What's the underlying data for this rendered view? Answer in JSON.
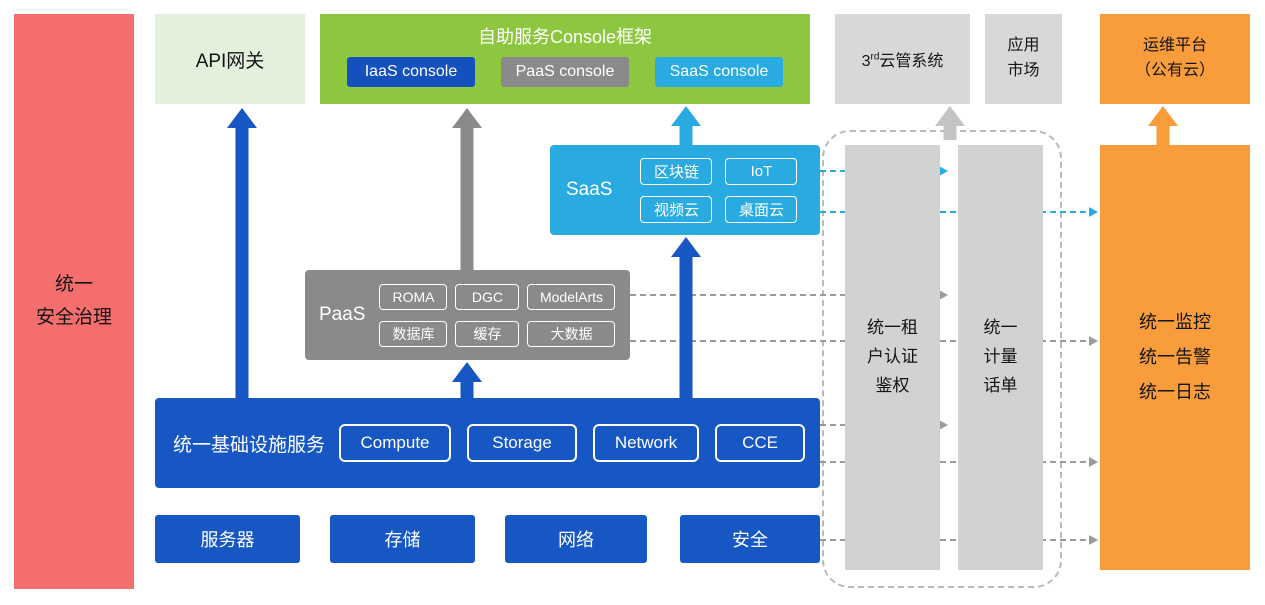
{
  "palette": {
    "red": "#F56E6E",
    "light_green": "#E3F0DC",
    "green": "#8DC63F",
    "dark_blue": "#1450BE",
    "blue": "#1657C4",
    "gray": "#8A8A8A",
    "light_gray": "#D8D8D8",
    "bar_gray": "#D2D2D2",
    "cyan": "#29ABE2",
    "orange": "#F89C3C"
  },
  "left_bar": {
    "label": "统一\n安全治理"
  },
  "api_gateway": {
    "label": "API网关"
  },
  "console_frame": {
    "title": "自助服务Console框架",
    "consoles": [
      "IaaS console",
      "PaaS console",
      "SaaS console"
    ]
  },
  "third_party_cms": {
    "prefix": "3",
    "sup": "rd",
    "suffix": "云管系统"
  },
  "app_market": {
    "label": "应用\n市场"
  },
  "ops_platform": {
    "label": "运维平台\n（公有云）"
  },
  "saas": {
    "label": "SaaS",
    "items": [
      "区块链",
      "IoT",
      "视频云",
      "桌面云"
    ]
  },
  "paas": {
    "label": "PaaS",
    "items": [
      "ROMA",
      "DGC",
      "ModelArts",
      "数据库",
      "缓存",
      "大数据"
    ]
  },
  "infrastructure": {
    "label": "统一基础设施服务",
    "items": [
      "Compute",
      "Storage",
      "Network",
      "CCE"
    ]
  },
  "hardware": [
    "服务器",
    "存储",
    "网络",
    "安全"
  ],
  "auth_bar": {
    "label": "统一租\n户认证\n鉴权"
  },
  "billing_bar": {
    "label": "统一\n计量\n话单"
  },
  "monitor_box": {
    "label": "统一监控\n统一告警\n统一日志"
  }
}
